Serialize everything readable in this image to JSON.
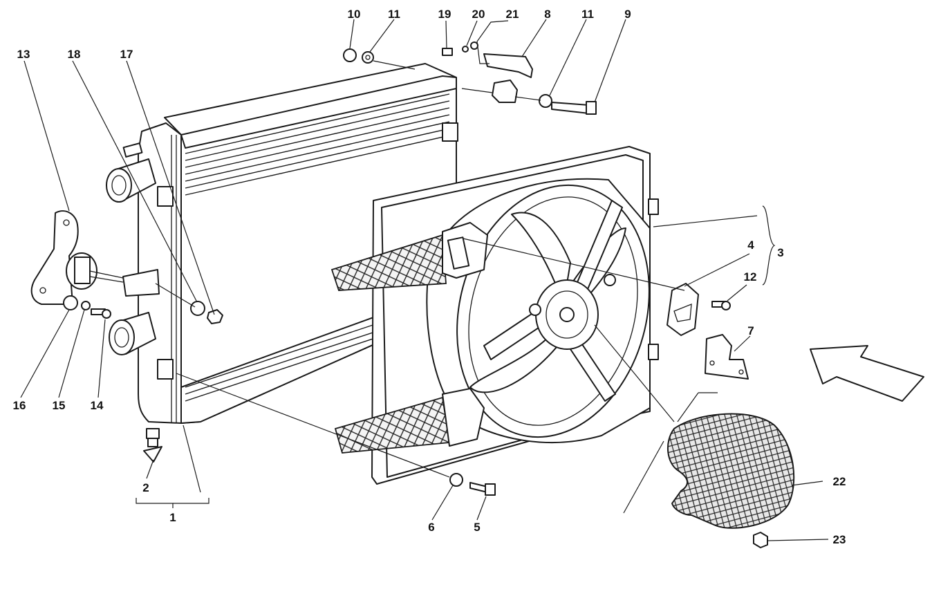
{
  "callouts": [
    {
      "id": "p1",
      "label": "1"
    },
    {
      "id": "p2",
      "label": "2"
    },
    {
      "id": "p3",
      "label": "3"
    },
    {
      "id": "p4",
      "label": "4"
    },
    {
      "id": "p5",
      "label": "5"
    },
    {
      "id": "p6",
      "label": "6"
    },
    {
      "id": "p7",
      "label": "7"
    },
    {
      "id": "p8",
      "label": "8"
    },
    {
      "id": "p9",
      "label": "9"
    },
    {
      "id": "p10",
      "label": "10"
    },
    {
      "id": "p11a",
      "label": "11"
    },
    {
      "id": "p11b",
      "label": "11"
    },
    {
      "id": "p12",
      "label": "12"
    },
    {
      "id": "p13",
      "label": "13"
    },
    {
      "id": "p14",
      "label": "14"
    },
    {
      "id": "p15",
      "label": "15"
    },
    {
      "id": "p16",
      "label": "16"
    },
    {
      "id": "p17",
      "label": "17"
    },
    {
      "id": "p18",
      "label": "18"
    },
    {
      "id": "p19",
      "label": "19"
    },
    {
      "id": "p20",
      "label": "20"
    },
    {
      "id": "p21",
      "label": "21"
    },
    {
      "id": "p22",
      "label": "22"
    },
    {
      "id": "p23",
      "label": "23"
    }
  ]
}
